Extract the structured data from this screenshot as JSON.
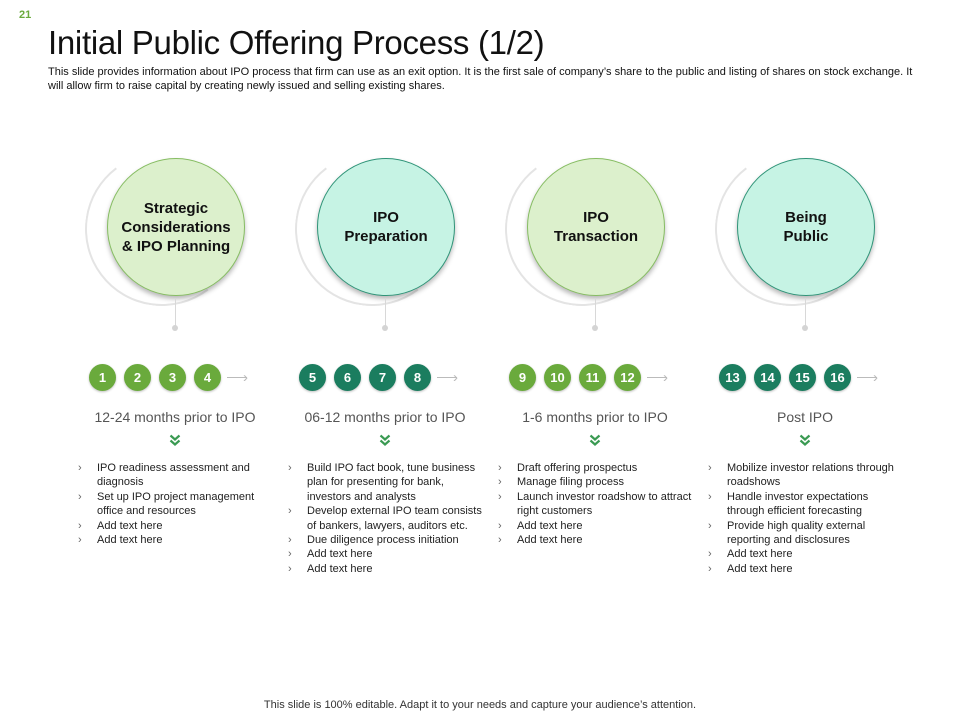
{
  "slide_number": "21",
  "title": "Initial Public Offering Process (1/2)",
  "subtitle": "This slide provides information about IPO process that firm can use as an exit option. It is the first sale of company’s share to the public and listing of shares on stock exchange. It will allow firm to raise capital by creating newly issued and selling existing shares.",
  "colors": {
    "accent_green": "#6aaa3c",
    "accent_teal": "#1b7d5f",
    "circle_green_fill": "#dcf0cc",
    "circle_teal_fill": "#c6f3e4"
  },
  "stages": [
    {
      "circle_lines": [
        "Strategic",
        "Considerations",
        "& IPO Planning"
      ],
      "steps": [
        "1",
        "2",
        "3",
        "4"
      ],
      "timeline": "12-24 months prior to IPO",
      "bullets": [
        "IPO readiness assessment and diagnosis",
        "Set up IPO project management office and resources",
        "Add text here",
        "Add text here"
      ]
    },
    {
      "circle_lines": [
        "IPO",
        "Preparation"
      ],
      "steps": [
        "5",
        "6",
        "7",
        "8"
      ],
      "timeline": "06-12 months prior to IPO",
      "bullets": [
        "Build IPO fact book, tune business plan for presenting for bank, investors and analysts",
        "Develop external IPO team consists of bankers, lawyers, auditors etc.",
        "Due diligence process initiation",
        "Add text here",
        "Add text here"
      ]
    },
    {
      "circle_lines": [
        "IPO",
        "Transaction"
      ],
      "steps": [
        "9",
        "10",
        "11",
        "12"
      ],
      "timeline": "1-6 months prior to IPO",
      "bullets": [
        "Draft offering prospectus",
        "Manage filing process",
        "Launch investor roadshow to attract right customers",
        "Add text here",
        "Add text here"
      ]
    },
    {
      "circle_lines": [
        "Being",
        "Public"
      ],
      "steps": [
        "13",
        "14",
        "15",
        "16"
      ],
      "timeline": "Post IPO",
      "bullets": [
        "Mobilize investor relations through roadshows",
        "Handle investor expectations through efficient forecasting",
        "Provide high quality external reporting and disclosures",
        "Add text here",
        "Add text here"
      ]
    }
  ],
  "footer": "This slide is 100% editable. Adapt it to your needs and capture your audience’s attention."
}
